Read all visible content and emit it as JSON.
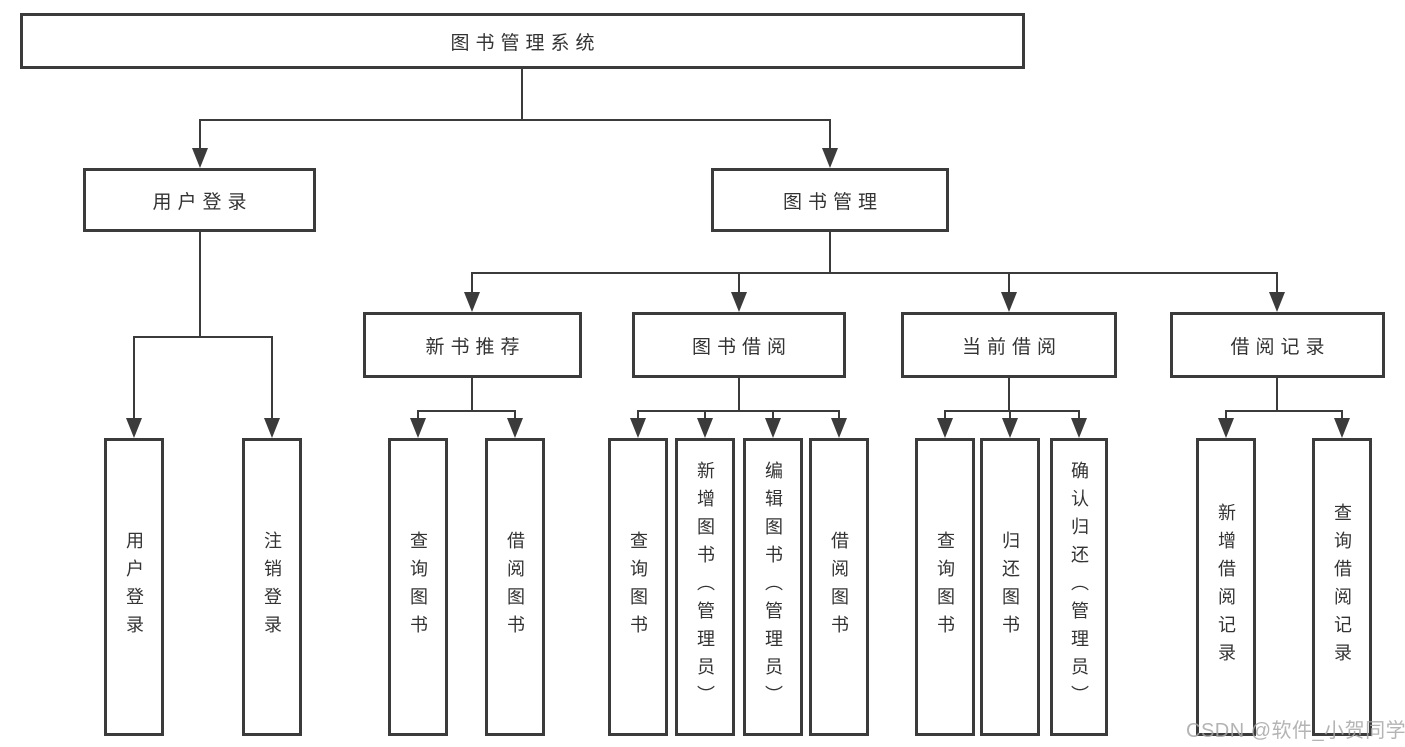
{
  "diagram": {
    "title": "图书管理系统",
    "watermark": "CSDN @软件_小贺同学",
    "colors": {
      "background": "#ffffff",
      "line": "#3b3b3b",
      "box_border": "#3b3b3b",
      "text": "#333333",
      "watermark": "#a8a8a8"
    },
    "nodes": {
      "root": "图书管理系统",
      "user_login": "用户登录",
      "book_mgmt": "图书管理",
      "new_book_rec": "新书推荐",
      "book_borrow": "图书借阅",
      "current_borrow": "当前借阅",
      "borrow_record": "借阅记录",
      "leaf_user_login": "用户登录",
      "leaf_logout": "注销登录",
      "leaf_rec_query_book": "查询图书",
      "leaf_rec_borrow_book": "借阅图书",
      "leaf_bb_query_book": "查询图书",
      "leaf_bb_add_book": "新增图书（管理员）",
      "leaf_bb_edit_book": "编辑图书（管理员）",
      "leaf_bb_borrow_book": "借阅图书",
      "leaf_cb_query_book": "查询图书",
      "leaf_cb_return_book": "归还图书",
      "leaf_cb_confirm_return": "确认归还（管理员）",
      "leaf_br_add_record": "新增借阅记录",
      "leaf_br_query_record": "查询借阅记录"
    },
    "hierarchy": {
      "图书管理系统": {
        "用户登录": [
          "用户登录",
          "注销登录"
        ],
        "图书管理": {
          "新书推荐": [
            "查询图书",
            "借阅图书"
          ],
          "图书借阅": [
            "查询图书",
            "新增图书（管理员）",
            "编辑图书（管理员）",
            "借阅图书"
          ],
          "当前借阅": [
            "查询图书",
            "归还图书",
            "确认归还（管理员）"
          ],
          "借阅记录": [
            "新增借阅记录",
            "查询借阅记录"
          ]
        }
      }
    }
  }
}
